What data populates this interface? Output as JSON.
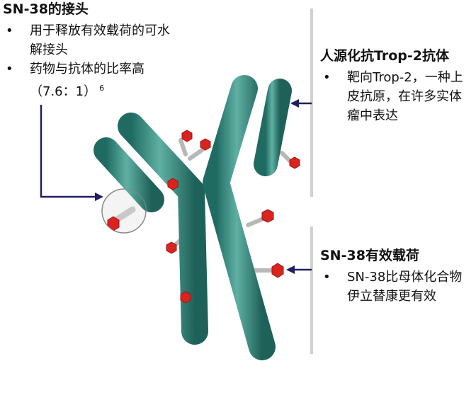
{
  "linker_box": {
    "title": "SN-38的接头",
    "bullets": [
      {
        "text": "用于释放有效载荷的可水解接头"
      },
      {
        "text": "药物与抗体的比率高（7.6：1）",
        "superscript": "6"
      }
    ]
  },
  "antibody_box": {
    "title": "人源化抗Trop-2抗体",
    "bullets": [
      {
        "text": "靶向Trop-2，一种上皮抗原，在许多实体瘤中表达"
      }
    ]
  },
  "payload_box": {
    "title": "SN-38有效载荷",
    "bullets": [
      {
        "text": "SN-38比母体化合物伊立替康更有效"
      }
    ]
  },
  "bullet_glyph": "•",
  "colors": {
    "antibody": "#2e7f76",
    "antibody_highlight": "#5fb0a3",
    "payload": "#d8231f",
    "linker": "#b8b8b8",
    "arrow": "#1f1f5e",
    "divider": "#c8c8c8"
  }
}
